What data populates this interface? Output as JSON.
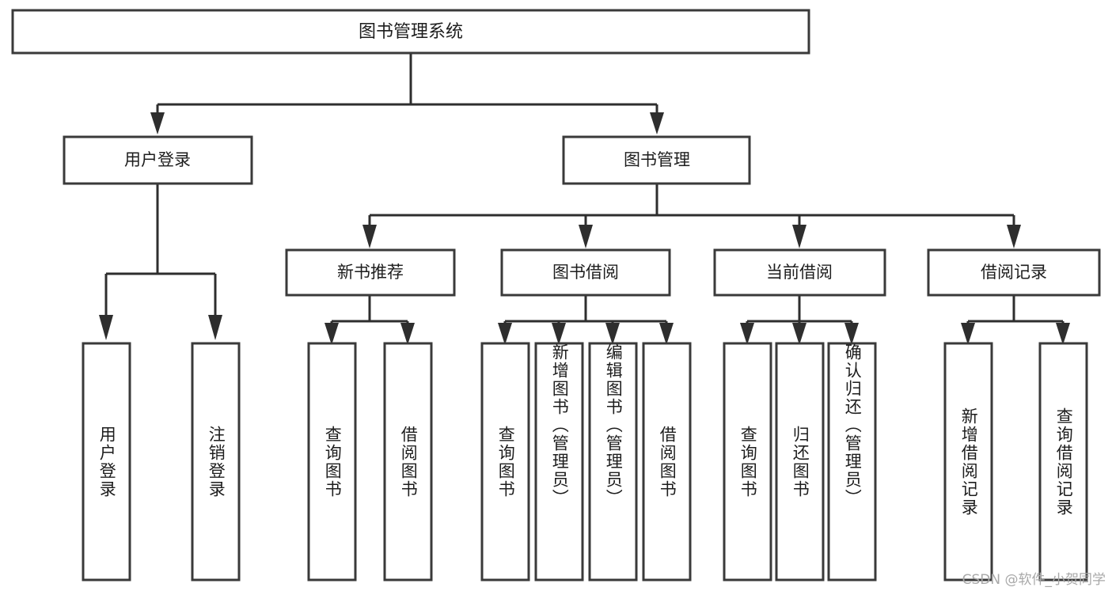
{
  "diagram": {
    "title": "图书管理系统",
    "type": "tree",
    "watermark": "CSDN @软件_小贺同学",
    "colors": {
      "box_fill": "#ffffff",
      "box_stroke": "#3a3a3a",
      "connector": "#2e2e2e",
      "text": "#1d1d1d",
      "watermark": "#a8a8a8",
      "background": "#ffffff"
    },
    "levels": {
      "root": {
        "label": "图书管理系统"
      },
      "level2": [
        {
          "id": "user-login",
          "label": "用户登录"
        },
        {
          "id": "book-manage",
          "label": "图书管理"
        }
      ],
      "level3": [
        {
          "id": "new-book-recommend",
          "label": "新书推荐",
          "parent": "book-manage"
        },
        {
          "id": "book-borrow",
          "label": "图书借阅",
          "parent": "book-manage"
        },
        {
          "id": "current-borrow",
          "label": "当前借阅",
          "parent": "book-manage"
        },
        {
          "id": "borrow-record",
          "label": "借阅记录",
          "parent": "book-manage"
        }
      ],
      "leaves": {
        "user-login": [
          {
            "id": "leaf-user-login",
            "label": "用户登录"
          },
          {
            "id": "leaf-logout",
            "label": "注销登录"
          }
        ],
        "new-book-recommend": [
          {
            "id": "leaf-query-book-1",
            "label": "查询图书"
          },
          {
            "id": "leaf-borrow-book-1",
            "label": "借阅图书"
          }
        ],
        "book-borrow": [
          {
            "id": "leaf-query-book-2",
            "label": "查询图书"
          },
          {
            "id": "leaf-add-book",
            "label": "新增图书（管理员）"
          },
          {
            "id": "leaf-edit-book",
            "label": "编辑图书（管理员）"
          },
          {
            "id": "leaf-borrow-book-2",
            "label": "借阅图书"
          }
        ],
        "current-borrow": [
          {
            "id": "leaf-query-book-3",
            "label": "查询图书"
          },
          {
            "id": "leaf-return-book",
            "label": "归还图书"
          },
          {
            "id": "leaf-confirm-return",
            "label": "确认归还（管理员）"
          }
        ],
        "borrow-record": [
          {
            "id": "leaf-add-record",
            "label": "新增借阅记录"
          },
          {
            "id": "leaf-query-record",
            "label": "查询借阅记录"
          }
        ]
      }
    }
  }
}
